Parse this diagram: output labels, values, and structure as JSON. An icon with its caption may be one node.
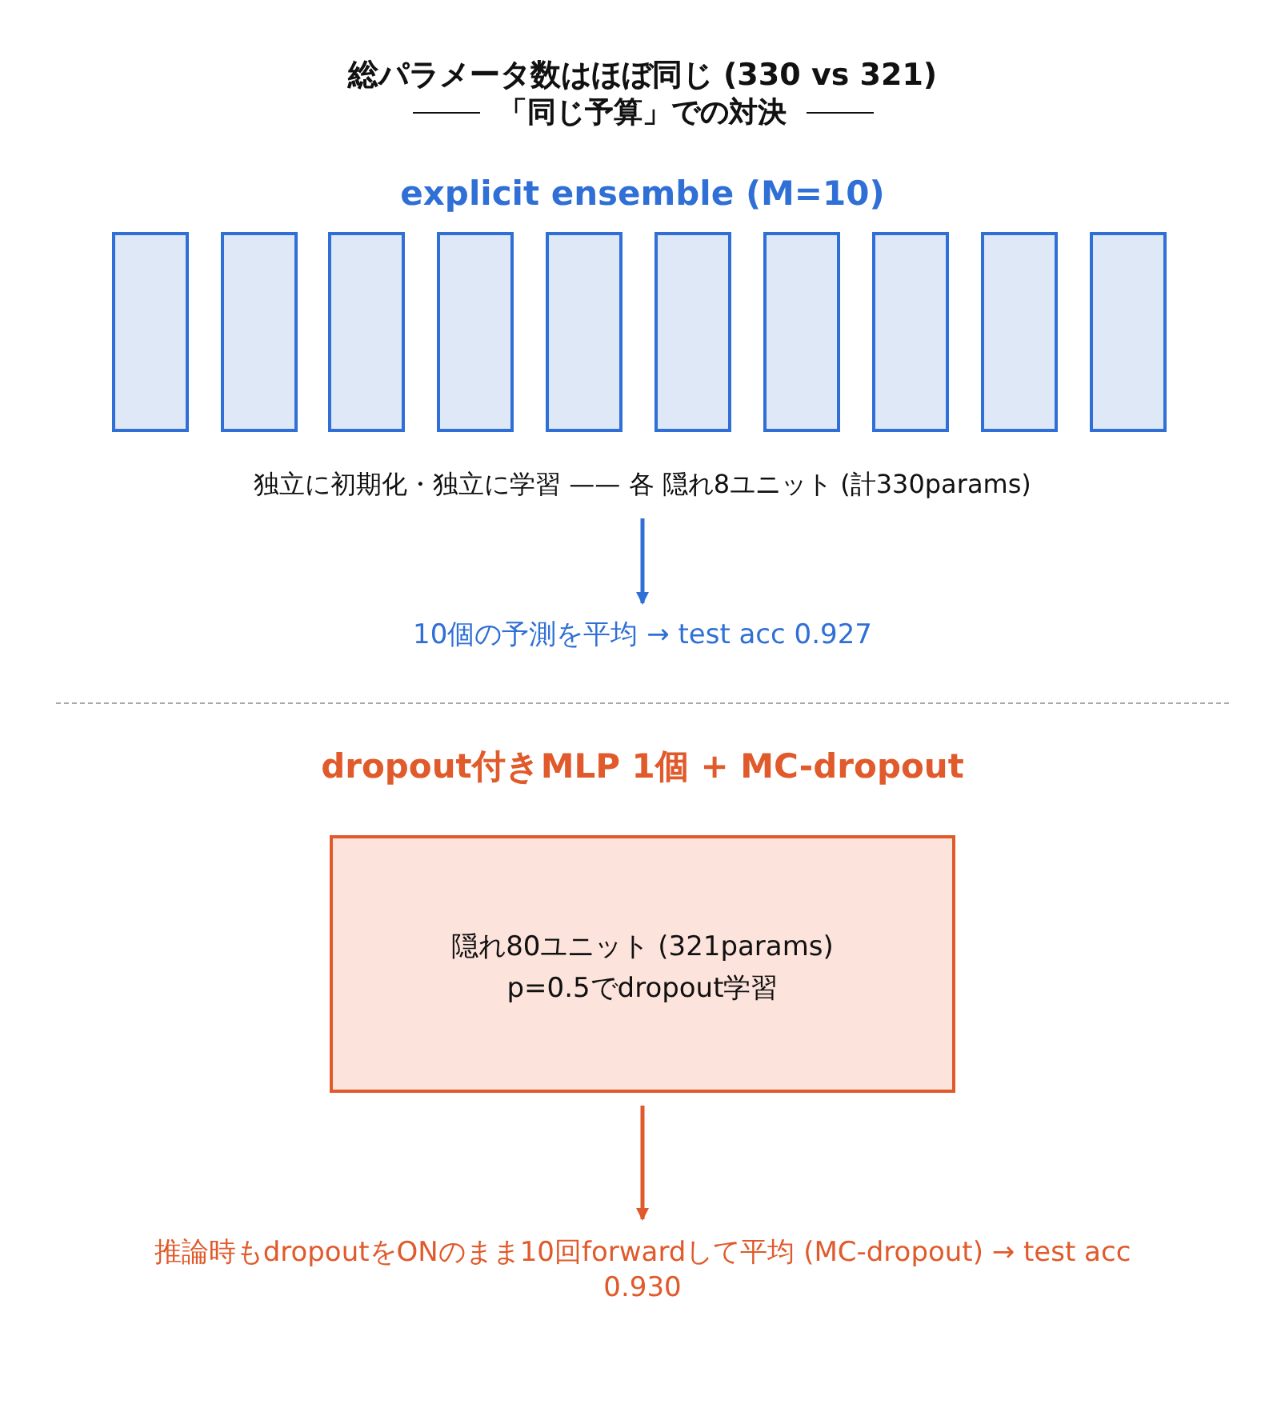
{
  "diagram": {
    "title": "総パラメータ数はほぼ同じ (330 vs 321)",
    "nodes": [
      {
        "text": [],
        "shape": "box"
      },
      {
        "text": [],
        "shape": "box"
      },
      {
        "text": [],
        "shape": "box"
      },
      {
        "text": [],
        "shape": "box"
      },
      {
        "text": [],
        "shape": "box"
      },
      {
        "text": [],
        "shape": "box"
      },
      {
        "text": [],
        "shape": "box"
      },
      {
        "text": [],
        "shape": "box"
      },
      {
        "text": [],
        "shape": "box"
      },
      {
        "text": [],
        "shape": "box"
      },
      {
        "text": [
          "独立に初期化・独立に学習 —— 各 隠れ8ユニット (計330params)"
        ]
      },
      {
        "text": [
          "10個の予測を平均 → test acc 0.927"
        ]
      },
      {
        "text": [
          "隠れ80ユニット (321params)",
          "p=0.5でdropout学習"
        ]
      },
      {
        "text": [
          "推論時もdropoutをONのまま10回forwardして平均 (MC-dropout) → test acc 0.930"
        ]
      }
    ],
    "edges": [
      {
        "from": 10,
        "to": 11,
        "arrow": "to",
        "color": "#2f6fd6"
      },
      {
        "from": 12,
        "to": 13,
        "arrow": "to",
        "color": "#e05a2b"
      }
    ],
    "labels": [
      "「同じ予算」での対決",
      "explicit ensemble (M=10)",
      "dropout付きMLP 1個 + MC-dropout"
    ]
  }
}
